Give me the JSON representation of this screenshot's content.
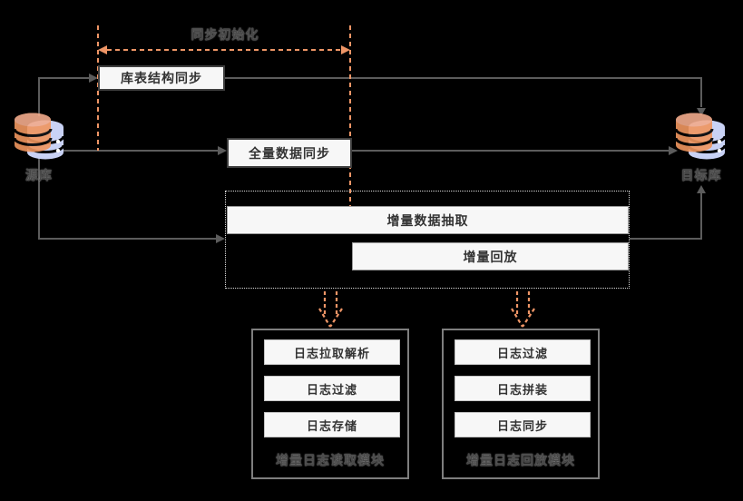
{
  "annotation": {
    "init_label": "同步初始化"
  },
  "source_db": {
    "label": "源库"
  },
  "target_db": {
    "label": "目标库"
  },
  "flow_boxes": {
    "schema_sync": "库表结构同步",
    "full_sync": "全量数据同步",
    "incr_extract": "增量数据抽取",
    "incr_replay": "增量回放"
  },
  "modules": {
    "reader": {
      "title": "增量日志读取模块",
      "steps": [
        "日志拉取解析",
        "日志过滤",
        "日志存储"
      ]
    },
    "replay": {
      "title": "增量日志回放模块",
      "steps": [
        "日志过滤",
        "日志拼装",
        "日志同步"
      ]
    }
  },
  "colors": {
    "accent_orange": "#EE9566",
    "line_gray": "#5c5c5c",
    "box_fill": "#f7f7f7",
    "db_blue": "#C9D2F5",
    "db_orange": "#F0965F",
    "background": "#000000"
  }
}
